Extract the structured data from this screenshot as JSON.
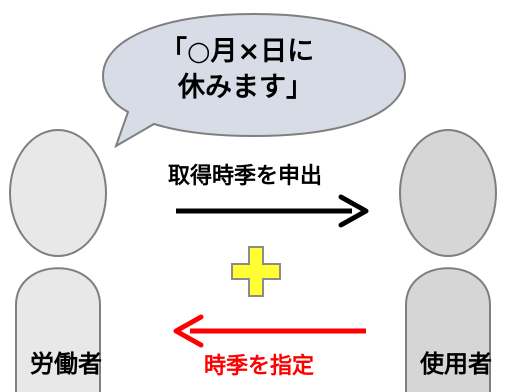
{
  "bubble": {
    "line1": "「○月×日に",
    "line2": "休みます」"
  },
  "arrows": {
    "request_label": "取得時季を申出",
    "designate_label": "時季を指定"
  },
  "people": {
    "worker": "労働者",
    "employer": "使用者"
  },
  "colors": {
    "worker_fill": "#e8e8e8",
    "employer_fill": "#d6d6d6",
    "bubble_fill": "#d7dce6",
    "outline": "#7f7f7f",
    "request_arrow": "#000000",
    "designate_arrow": "#ff0000",
    "plus_fill": "#ffff33",
    "plus_stroke": "#8c8c8c"
  }
}
